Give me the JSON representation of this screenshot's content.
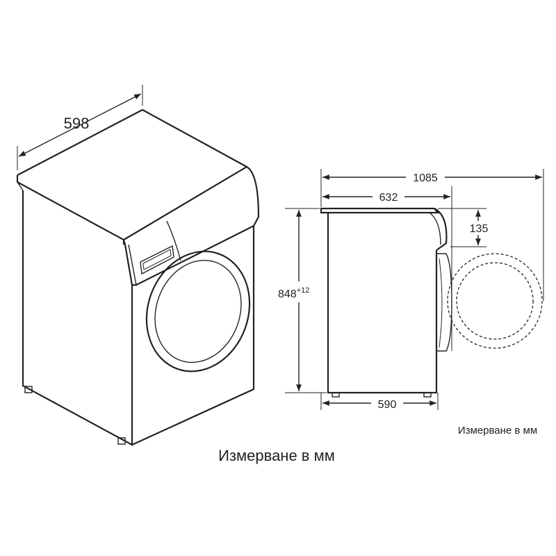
{
  "dimensions": {
    "width": "598",
    "depth_total": "1085",
    "depth_body": "632",
    "door_offset": "135",
    "height": "848",
    "height_tolerance": "+12",
    "base_depth": "590"
  },
  "captions": {
    "main": "Измерване в мм",
    "side": "Измерване в мм"
  },
  "colors": {
    "line": "#222222",
    "background": "#ffffff"
  }
}
